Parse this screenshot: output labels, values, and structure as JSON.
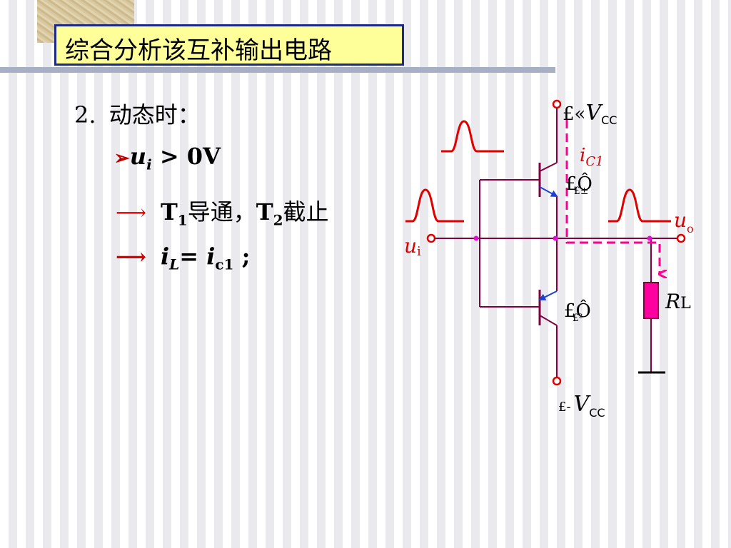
{
  "title": "综合分析该互补输出电路",
  "text": {
    "step": "2.",
    "step_label": "动态时：",
    "cond_var": "u",
    "cond_sub": "i",
    "cond_rest": " > 0V",
    "t1": "T",
    "t1_sub": "1",
    "t1_state": "导通，",
    "t2": "T",
    "t2_sub": "2",
    "t2_state": "截止",
    "il": "i",
    "il_sub": "L",
    "eq": "= ",
    "ic": "i",
    "ic_sub": "c1",
    "semi": " ;"
  },
  "circuit": {
    "vcc_pos_prefix": "£«",
    "vcc_neg_prefix": "£-",
    "vcc_v": "V",
    "vcc_sub": "CC",
    "ui_var": "u",
    "ui_sub": "i",
    "uo_var": "u",
    "uo_sub": "o",
    "ic1_var": "i",
    "ic1_sub": "C1",
    "t1_mark": "£Ô",
    "t1_mark_sub": "£±",
    "t2_mark": "£Ô",
    "t2_mark_sub": "£²",
    "rl_var": "R",
    "rl_sub": "L"
  },
  "colors": {
    "title_bg": "#ffff99",
    "title_border": "#1b2a8a",
    "wire": "#800040",
    "red": "#e00000",
    "current": "#ff0090",
    "node": "#e010d0",
    "arrow_blue": "#1f3fd0",
    "resistor": "#ff00a0"
  }
}
